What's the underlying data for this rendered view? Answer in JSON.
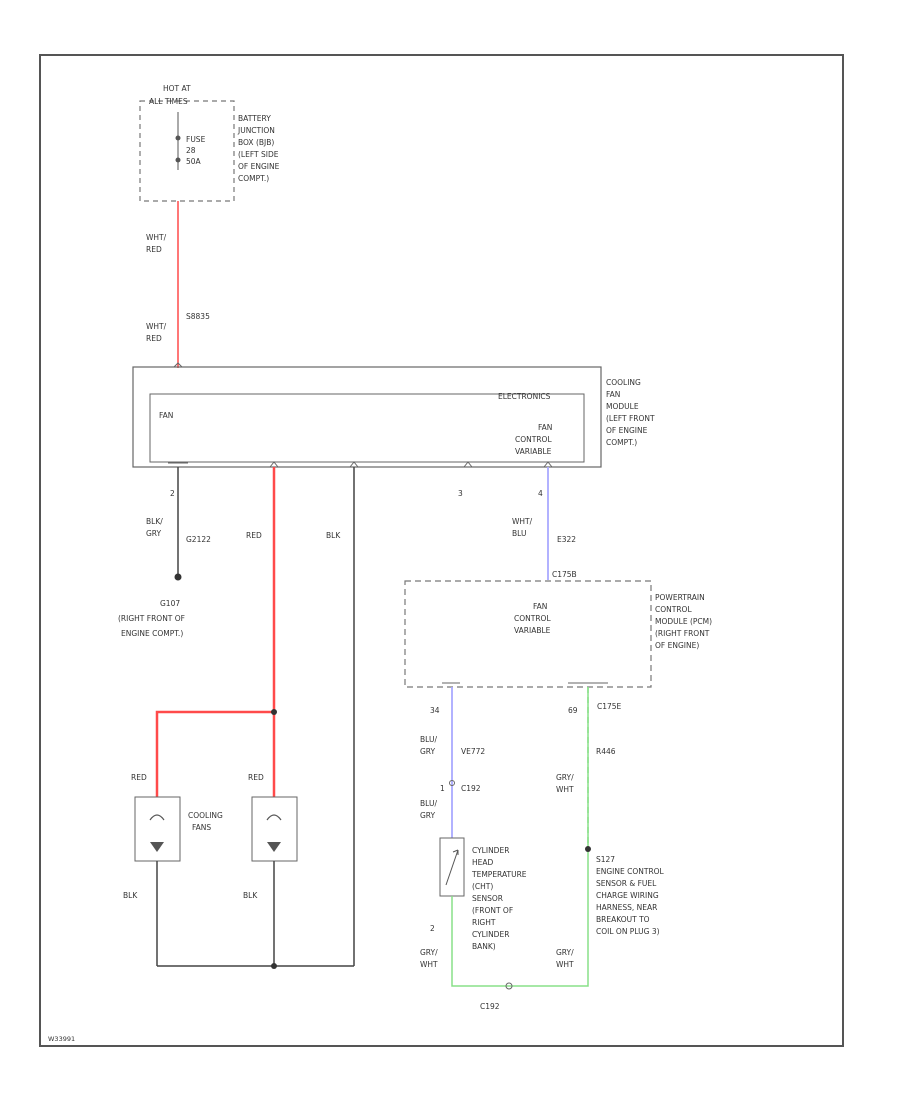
{
  "colors": {
    "wire_red": "#ff4a4a",
    "wire_blue": "#a9a9ff",
    "wire_green": "#88e088",
    "wire_black": "#444444",
    "frame": "#555555"
  },
  "labels": {
    "hot_at": "HOT AT",
    "all_times": "ALL TIMES",
    "fuse_1": "FUSE",
    "fuse_2": "28",
    "fuse_3": "50A",
    "bjb": [
      "BATTERY",
      "JUNCTION",
      "BOX (BJB)",
      "(LEFT SIDE",
      "OF ENGINE",
      "COMPT.)"
    ],
    "wht_red_1a": "WHT/",
    "wht_red_1b": "RED",
    "wht_red_2a": "WHT/",
    "wht_red_2b": "RED",
    "splice_top": "S8835",
    "electronics": "ELECTRONICS",
    "fan": "FAN",
    "fan_control_1": "FAN",
    "fan_control_2": "CONTROL",
    "fan_control_3": "VARIABLE",
    "cfm": [
      "COOLING",
      "FAN",
      "MODULE",
      "(LEFT FRONT",
      "OF ENGINE",
      "COMPT.)"
    ],
    "pin_2": "2",
    "pin_3": "3",
    "pin_4": "4",
    "blk_gry_a": "BLK/",
    "blk_gry_b": "GRY",
    "g_code": "G2122",
    "red_1": "RED",
    "blk_1": "BLK",
    "wht_blu_a": "WHT/",
    "wht_blu_b": "BLU",
    "e_code": "E322",
    "ground_name": "G107",
    "ground_loc": [
      "(RIGHT FRONT OF",
      "ENGINE COMPT.)"
    ],
    "c1_conn": "C175B",
    "pcm_fan_1": "FAN",
    "pcm_fan_2": "CONTROL",
    "pcm_fan_3": "VARIABLE",
    "pcm": [
      "POWERTRAIN",
      "CONTROL",
      "MODULE (PCM)",
      "(RIGHT FRONT",
      "OF ENGINE)"
    ],
    "pin_34": "34",
    "pin_69": "69",
    "c175e": "C175E",
    "r_code": "R446",
    "blu_gry_a": "BLU/",
    "blu_gry_b": "GRY",
    "v_code": "VE772",
    "c_pin1": "1",
    "c_code": "C192",
    "blu_gry2_a": "BLU/",
    "blu_gry2_b": "GRY",
    "gry_wht_a": "GRY/",
    "gry_wht_b": "WHT",
    "red_2": "RED",
    "red_3": "RED",
    "cooling_fans_1": "COOLING",
    "cooling_fans_2": "FANS",
    "cht": [
      "CYLINDER",
      "HEAD",
      "TEMPERATURE",
      "(CHT)",
      "SENSOR",
      "(FRONT OF",
      "RIGHT",
      "CYLINDER",
      "BANK)"
    ],
    "s127": [
      "S127",
      "ENGINE CONTROL",
      "SENSOR & FUEL",
      "CHARGE WIRING",
      "HARNESS, NEAR",
      "BREAKOUT TO",
      "COIL ON PLUG 3)"
    ],
    "blk_2": "BLK",
    "blk_3": "BLK",
    "pin_2b": "2",
    "gry_wht2_a": "GRY/",
    "gry_wht2_b": "WHT",
    "gry_wht3_a": "GRY/",
    "gry_wht3_b": "WHT",
    "c192_bottom": "C192",
    "figure_id": "W33991"
  }
}
